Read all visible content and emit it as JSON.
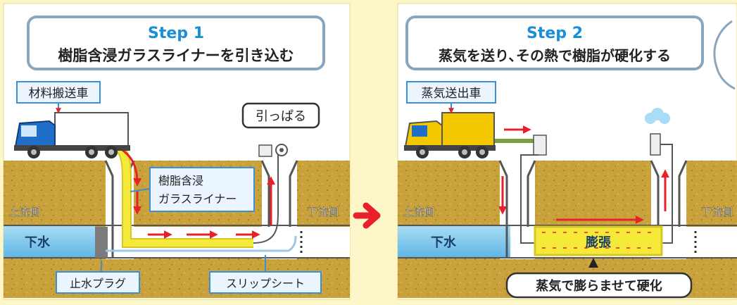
{
  "step1": {
    "step_label": "Step 1",
    "title": "樹脂含浸ガラスライナーを引き込む",
    "truck_label": "材料搬送車",
    "pull_label": "引っぱる",
    "liner_label_line1": "樹脂含浸",
    "liner_label_line2": "ガラスライナー",
    "upstream": "上流側",
    "downstream": "下流側",
    "sewage": "下水",
    "plug_label": "止水プラグ",
    "sheet_label": "スリップシート"
  },
  "step2": {
    "step_label": "Step 2",
    "title": "蒸気を送り､その熱で樹脂が硬化する",
    "truck_label": "蒸気送出車",
    "upstream": "上流側",
    "downstream": "下流側",
    "sewage": "下水",
    "expand_label": "膨張",
    "cure_label": "蒸気で膨らませて硬化"
  },
  "colors": {
    "background": "#fdf6c8",
    "soil": "#c9a23c",
    "water": "#7cc6ec",
    "arrow": "#e8202a",
    "title_text": "#1a8fd8",
    "liner": "#f5ea3a",
    "truck1_body": "#ffffff",
    "truck2_body": "#f3c800",
    "cab": "#1f6fc9"
  }
}
